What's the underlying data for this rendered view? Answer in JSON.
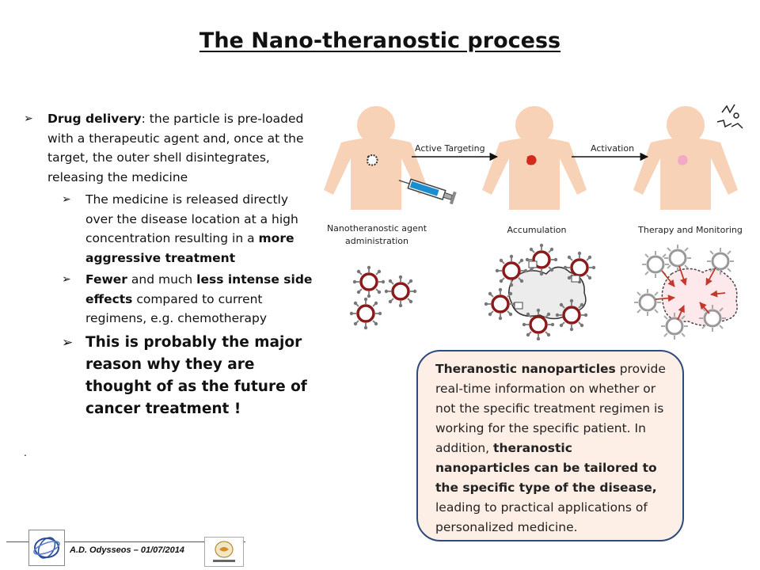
{
  "title": "The Nano-theranostic process",
  "bullets": {
    "drug_delivery": {
      "label": "Drug delivery",
      "text": ":  the particle is pre-loaded with a therapeutic agent and, once at the target, the outer shell disintegrates, releasing the medicine"
    },
    "sub1": {
      "text": "The medicine is released directly over the disease location at a high concentration resulting in a ",
      "bold": "more aggressive treatment"
    },
    "sub2": {
      "bold1": "Fewer",
      "text1": " and much ",
      "bold2": "less intense side effects",
      "text2": " compared to current regimens, e.g. chemotherapy"
    },
    "sub3": {
      "text": "This is probably the major reason why they are thought of as the future of cancer treatment !"
    },
    "dot": "."
  },
  "diagram": {
    "arrow1_label": "Active Targeting",
    "arrow2_label": "Activation",
    "label1_line1": "Nanotheranostic agent",
    "label1_line2": "administration",
    "label2": "Accumulation",
    "label3": "Therapy and Monitoring"
  },
  "callout": {
    "bold1": "Theranostic nanoparticles",
    "text1": " provide real-time information on whether or not the specific treatment regimen is working for the specific patient. In addition, ",
    "bold2": "theranostic nanoparticles can be tailored to the specific type of the disease,",
    "text2": " leading to practical applications of personalized medicine."
  },
  "footer": {
    "text": "A.D. Odysseos – 01/07/2014"
  },
  "colors": {
    "skin": "#f7d2b7",
    "particle": "#8b1a1a",
    "spike": "#8a8a8a",
    "callout_bg": "#fdeee6",
    "callout_border": "#2e4a7a"
  }
}
